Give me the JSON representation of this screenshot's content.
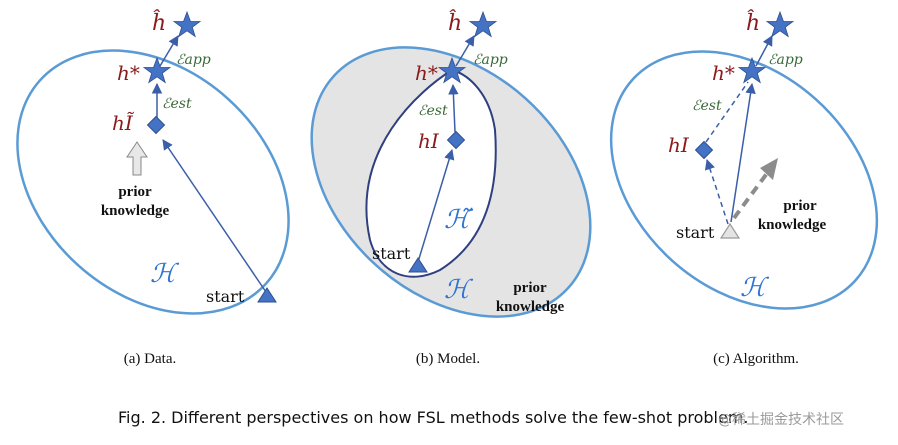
{
  "colors": {
    "ellipse": "#5b9bd5",
    "line": "#3a5ea8",
    "marker": "#4472c4",
    "hypothesis_text": "#8b1a1a",
    "error_text": "#3a6a3a",
    "calH": "#2e75d6",
    "shade": "#e4e4e4",
    "prior_arrow_fill": "#e8e8e8",
    "algo_arrow": "#8c8c8c"
  },
  "panels": [
    {
      "caption": "(a)  Data.",
      "h_hat": "ĥ",
      "h_star": "h*",
      "h_i": "hĨ",
      "e_app": "ℰapp",
      "e_est": "ℰest",
      "space": "ℋ",
      "start": "start",
      "prior_line1": "prior",
      "prior_line2": "knowledge"
    },
    {
      "caption": "(b)  Model.",
      "h_hat": "ĥ",
      "h_star": "h*",
      "h_i": "hI",
      "e_app": "ℰapp",
      "e_est": "ℰest",
      "space": "ℋ",
      "subspace": "ℋ̃",
      "start": "start",
      "prior_line1": "prior",
      "prior_line2": "knowledge"
    },
    {
      "caption": "(c)  Algorithm.",
      "h_hat": "ĥ",
      "h_star": "h*",
      "h_i": "hI",
      "e_app": "ℰapp",
      "e_est": "ℰest",
      "space": "ℋ",
      "start": "start",
      "prior_line1": "prior",
      "prior_line2": "knowledge"
    }
  ],
  "figure_caption": "Fig. 2.  Different perspectives on how FSL methods solve the few-shot problem.",
  "watermark": "@稀土掘金技术社区"
}
